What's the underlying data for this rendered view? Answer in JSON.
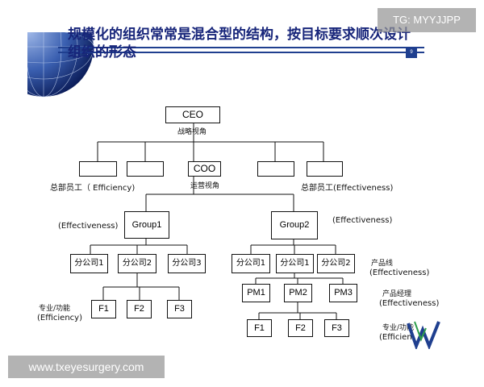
{
  "slide": {
    "title": "规模化的组织常常是混合型的结构，按目标要求顺次设计组织的形态",
    "page_number": "9"
  },
  "org": {
    "ceo": "CEO",
    "ceo_note": "战略视角",
    "coo": "COO",
    "coo_note": "运营视角",
    "left_note": "总部员工（ Efficiency)",
    "right_note": "总部员工(Effectiveness)",
    "group1": "Group1",
    "group1_note": "(Effectiveness)",
    "group2": "Group2",
    "group2_note": "(Effectiveness)",
    "g1_subs": [
      "分公司1",
      "分公司2",
      "分公司3"
    ],
    "g1_funcs": [
      "F1",
      "F2",
      "F3"
    ],
    "g1_func_note_1": "专业/功能",
    "g1_func_note_2": "(Efficiency)",
    "g2_subs": [
      "分公司1",
      "分公司1",
      "分公司2"
    ],
    "g2_pms": [
      "PM1",
      "PM2",
      "PM3"
    ],
    "g2_funcs": [
      "F1",
      "F2",
      "F3"
    ],
    "product_line_1": "产品线",
    "product_line_2": "(Effectiveness)",
    "pm_note_1": "产品经理",
    "pm_note_2": "(Effectiveness)",
    "func_note_1": "专业/功能",
    "func_note_2": "(Efficien"
  },
  "watermarks": {
    "top_right": "TG: MYYJJPP",
    "bottom_left": "www.txeyesurgery.com"
  },
  "colors": {
    "title": "#17257a",
    "accent_bar": "#1f3f8f",
    "watermark_bg": "#969696"
  }
}
